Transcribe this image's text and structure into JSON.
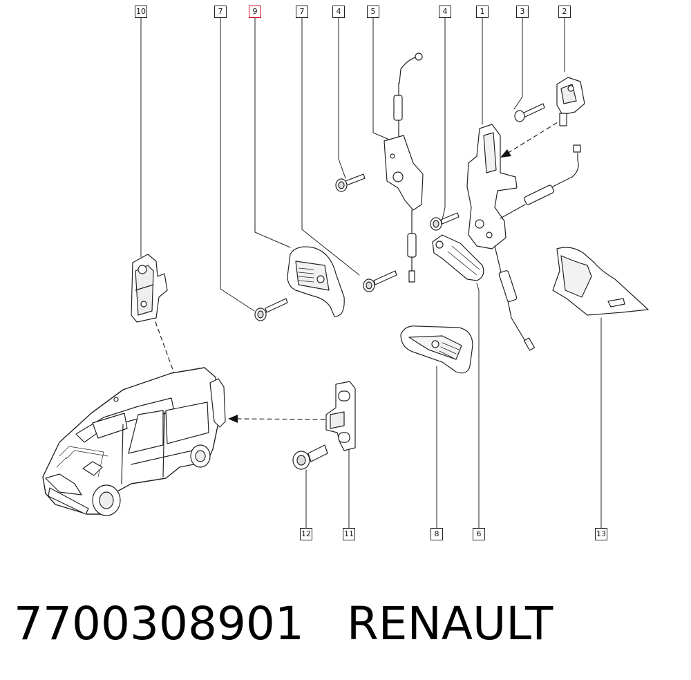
{
  "diagram": {
    "callouts": [
      {
        "id": "c10",
        "text": "10"
      },
      {
        "id": "c7a",
        "text": "7"
      },
      {
        "id": "c9",
        "text": "9",
        "highlighted": true
      },
      {
        "id": "c7b",
        "text": "7"
      },
      {
        "id": "c4a",
        "text": "4"
      },
      {
        "id": "c5",
        "text": "5"
      },
      {
        "id": "c4b",
        "text": "4"
      },
      {
        "id": "c1",
        "text": "1"
      },
      {
        "id": "c3",
        "text": "3"
      },
      {
        "id": "c2",
        "text": "2"
      },
      {
        "id": "c12",
        "text": "12"
      },
      {
        "id": "c11",
        "text": "11"
      },
      {
        "id": "c8",
        "text": "8"
      },
      {
        "id": "c6",
        "text": "6"
      },
      {
        "id": "c13",
        "text": "13"
      }
    ],
    "highlight_color": "#d0021b"
  },
  "caption": {
    "part_number": "7700308901",
    "brand": "RENAULT"
  }
}
